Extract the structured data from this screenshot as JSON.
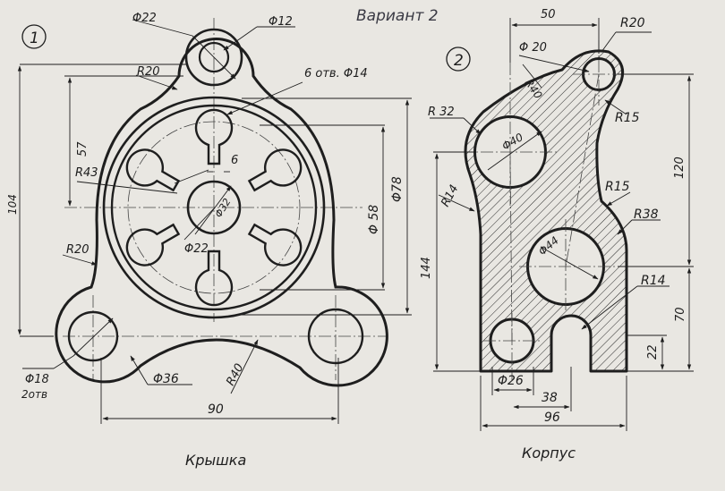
{
  "header": {
    "variant": "Вариант 2"
  },
  "drawing1": {
    "number": "1",
    "name": "Крышка",
    "dims": {
      "d22": "Φ22",
      "d12": "Φ12",
      "r20_top": "R20",
      "holes": "6 отв. Φ14",
      "v57": "57",
      "v104": "104",
      "r43": "R43",
      "w6": "6",
      "d78": "Φ78",
      "d58": "Φ 58",
      "d32": "Φ32",
      "d22b": "Φ22",
      "r20_left": "R20",
      "d18": "Φ18",
      "two_holes": "2отв",
      "d36": "Φ36",
      "r40": "R40",
      "h90": "90"
    }
  },
  "drawing2": {
    "number": "2",
    "name": "Корпус",
    "dims": {
      "h50": "50",
      "r20": "R20",
      "d20": "Φ 20",
      "r40": "R40",
      "r32": "R 32",
      "d40": "Φ40",
      "r15a": "R15",
      "v120": "120",
      "r14a": "R14",
      "r15b": "R15",
      "r38": "R38",
      "v144": "144",
      "d44": "Φ44",
      "r14b": "R14",
      "v70": "70",
      "v22": "22",
      "d26": "Φ26",
      "h38": "38",
      "h96": "96"
    }
  },
  "colors": {
    "paper": "#e9e7e2",
    "ink": "#1e1e1e",
    "faint": "#555555"
  }
}
